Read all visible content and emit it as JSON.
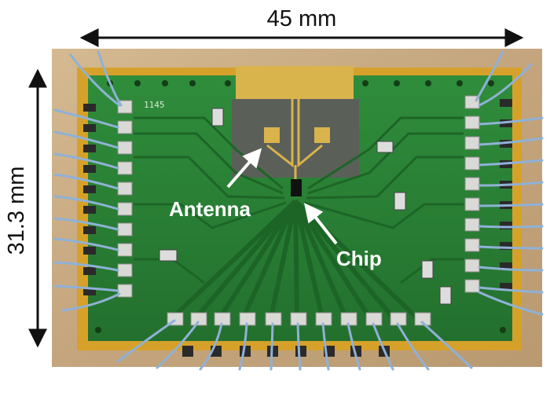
{
  "figure": {
    "width_label": "45 mm",
    "height_label": "31.3 mm",
    "antenna_label": "Antenna",
    "chip_label": "Chip",
    "board_marking": "1145"
  },
  "colors": {
    "background": "#ffffff",
    "fixture_card": "#c9ad86",
    "board_green": "#2f8a3a",
    "gold_edge": "#d6a12a",
    "antenna_patch": "#d9b34c",
    "ground_plane": "#5a5f58",
    "wire_blue": "#8fb1d6",
    "pad_silver": "#d9d9d6"
  }
}
